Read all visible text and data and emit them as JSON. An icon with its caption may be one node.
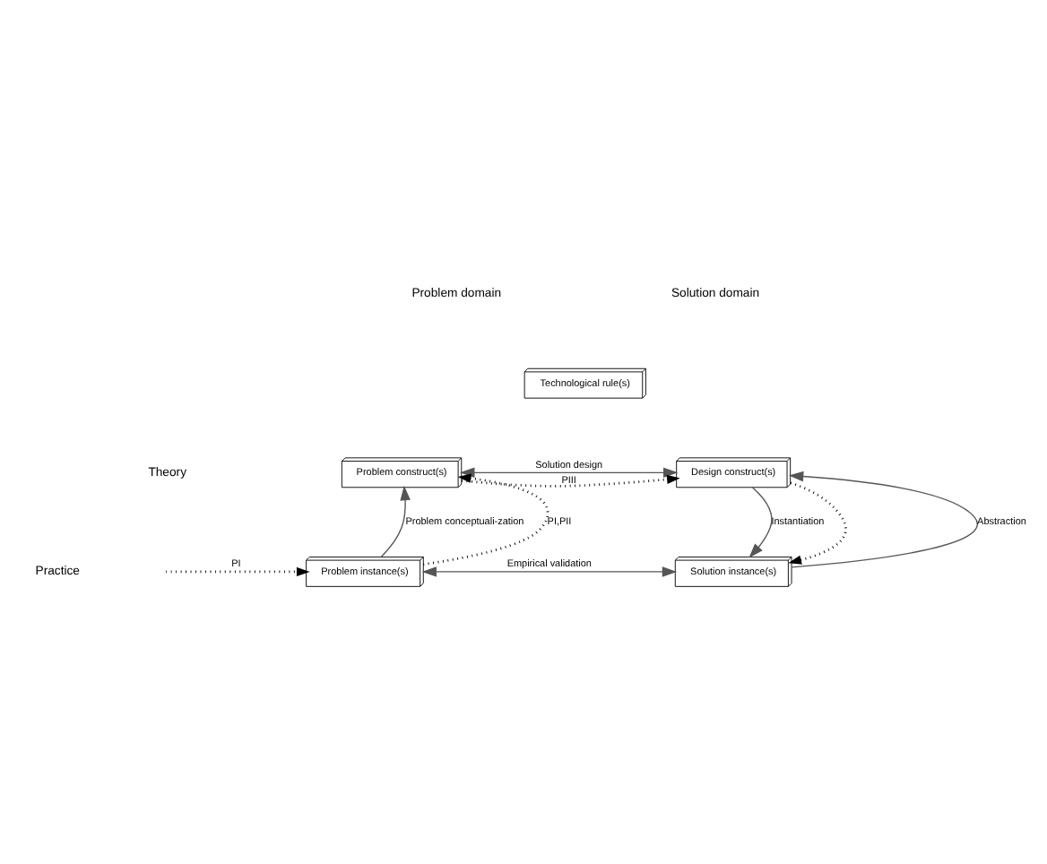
{
  "diagram": {
    "nodes": [
      {
        "text": [
          "Technological rule(s)"
        ]
      },
      {
        "text": [
          "Problem construct(s)"
        ]
      },
      {
        "text": [
          "Design construct(s)"
        ]
      },
      {
        "text": [
          "Problem instance(s)"
        ]
      },
      {
        "text": [
          "Solution instance(s)"
        ]
      }
    ],
    "edges": [
      {
        "from": 1,
        "to": 2,
        "arrow": "both",
        "label": "Solution design"
      },
      {
        "from": 3,
        "to": 1,
        "arrow": "to",
        "label": "Problem conceptuali-zation"
      },
      {
        "from": 2,
        "to": 4,
        "arrow": "to",
        "label": "Instantiation"
      },
      {
        "from": 4,
        "to": 2,
        "arrow": "to",
        "label": "Abstraction"
      },
      {
        "from": 3,
        "to": 4,
        "arrow": "both",
        "label": "Empirical validation"
      },
      {
        "from": 3,
        "to": 1,
        "arrow": "to",
        "label": "PI,PII",
        "style": "dashed"
      },
      {
        "from": 1,
        "to": 2,
        "arrow": "to",
        "label": "PIII",
        "style": "dashed"
      },
      {
        "from": 2,
        "to": 4,
        "arrow": "to",
        "style": "dashed"
      },
      {
        "from": null,
        "to": 3,
        "arrow": "to",
        "label": "PI",
        "style": "dashed"
      }
    ],
    "labels": [
      "Problem domain",
      "Solution domain",
      "Theory",
      "Practice"
    ]
  }
}
